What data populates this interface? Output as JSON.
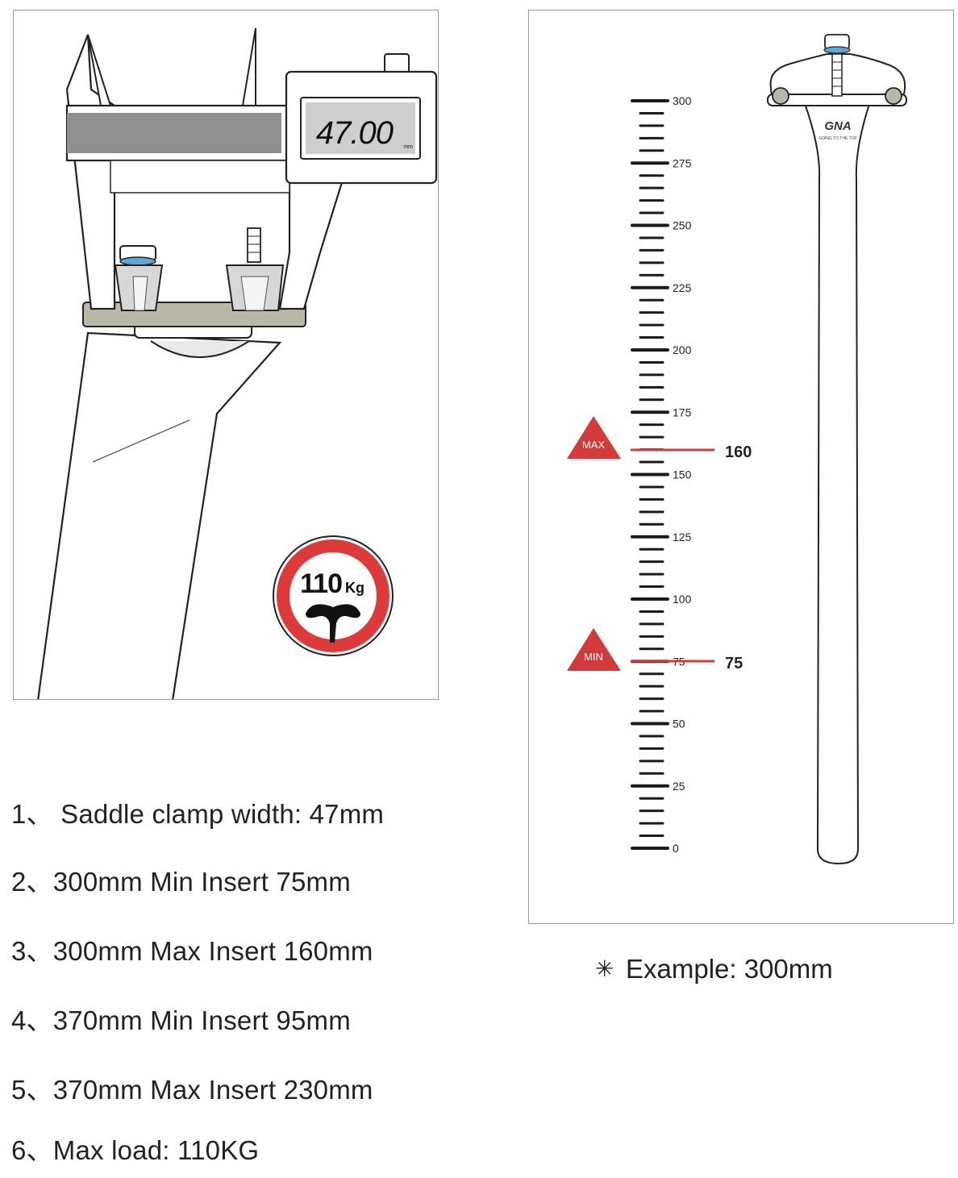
{
  "caliper": {
    "display_value": "47.00",
    "display_unit": "mm"
  },
  "load_sign": {
    "value": "110",
    "unit": "Kg"
  },
  "ruler": {
    "max_value": 300,
    "major_step": 25,
    "labels": [
      "300",
      "275",
      "250",
      "225",
      "200",
      "175",
      "150",
      "125",
      "100",
      "75",
      "50",
      "25",
      "0"
    ],
    "max_marker": {
      "badge": "MAX",
      "value": "160",
      "color": "#d43a3a"
    },
    "min_marker": {
      "badge": "MIN",
      "value": "75",
      "color": "#d43a3a"
    }
  },
  "seatpost": {
    "brand": "GNA",
    "tagline": "GOING TO THE TOP"
  },
  "specs": [
    "1、 Saddle clamp width: 47mm",
    "2、300mm Min Insert 75mm",
    "3、300mm Max Insert 160mm",
    "4、370mm Min Insert 95mm",
    "5、370mm Max Insert 230mm",
    "6、Max load: 110KG"
  ],
  "example": {
    "star": "✳",
    "text": "Example: 300mm"
  }
}
